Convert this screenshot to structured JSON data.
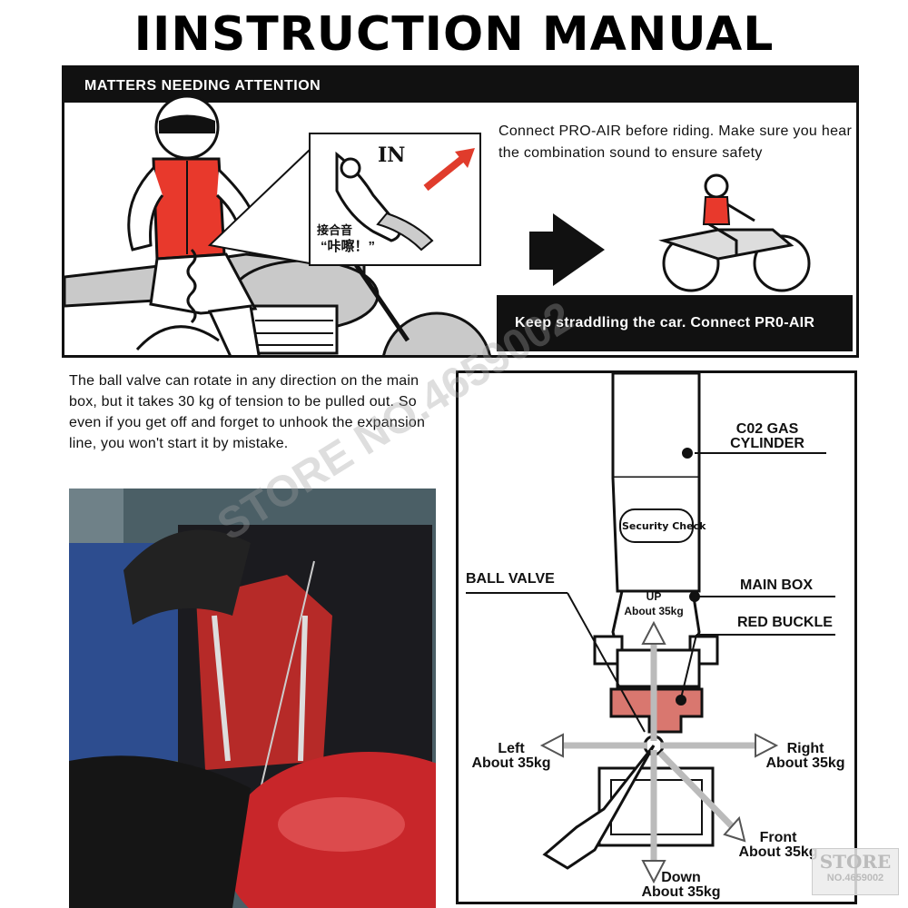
{
  "title": "IINSTRUCTION MANUAL",
  "top_panel": {
    "header": "MATTERS NEEDING ATTENTION",
    "in_label": "IN",
    "sound_label_cn": "接合音",
    "sound_word_cn": "“咔嚓！”",
    "connect_text": "Connect PRO-AIR before riding. Make sure you hear the combination sound to ensure safety",
    "keep_text": "Keep straddling the car. Connect PR0-AIR"
  },
  "ball_valve_text": "The ball valve can rotate in any direction on the main box, but it takes 30 kg of tension to be pulled out. So even if you get off and forget to unhook the expansion line, you won't start it by mistake.",
  "diagram": {
    "co2": [
      "C02 GAS",
      "CYLINDER"
    ],
    "security_check": "Security Check",
    "ball_valve": "BALL VALVE",
    "main_box": "MAIN BOX",
    "red_buckle": "RED BUCKLE",
    "up": [
      "UP",
      "About 35kg"
    ],
    "left": [
      "Left",
      "About 35kg"
    ],
    "right": [
      "Right",
      "About 35kg"
    ],
    "front": [
      "Front",
      "About 35kg"
    ],
    "down": [
      "Down",
      "About 35kg"
    ]
  },
  "watermark": "STORE NO.4659002",
  "stamp": [
    "STORE",
    "NO.4659002"
  ],
  "colors": {
    "vest_red": "#e8392c",
    "buckle_red": "#d9776f",
    "ink": "#111111"
  }
}
